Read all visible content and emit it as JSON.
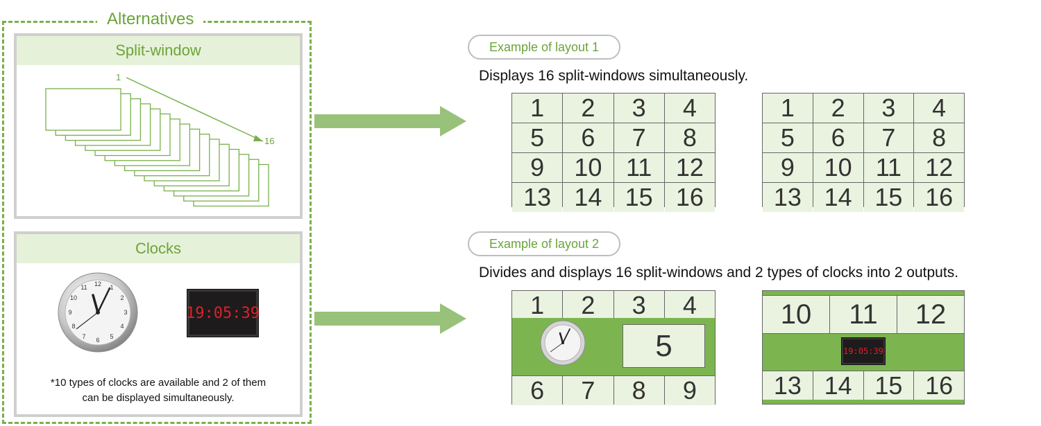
{
  "alternatives": {
    "title": "Alternatives",
    "split_window": {
      "heading": "Split-window",
      "first_label": "1",
      "last_label": "16"
    },
    "clocks": {
      "heading": "Clocks",
      "digital_time": "19:05:39",
      "note_line1": "*10 types of clocks are available and 2 of them",
      "note_line2": "can be displayed simultaneously."
    }
  },
  "layout1": {
    "pill": "Example of layout 1",
    "description": "Displays 16 split-windows simultaneously.",
    "grid": [
      "1",
      "2",
      "3",
      "4",
      "5",
      "6",
      "7",
      "8",
      "9",
      "10",
      "11",
      "12",
      "13",
      "14",
      "15",
      "16"
    ]
  },
  "layout2": {
    "pill": "Example of layout 2",
    "description": "Divides and displays 16 split-windows and 2 types of clocks into 2 outputs.",
    "left": {
      "top_row": [
        "1",
        "2",
        "3",
        "4"
      ],
      "center_window": "5",
      "bottom_row": [
        "6",
        "7",
        "8",
        "9"
      ]
    },
    "right": {
      "top_row": [
        "10",
        "11",
        "12"
      ],
      "digital_time": "19:05:39",
      "bottom_row": [
        "13",
        "14",
        "15",
        "16"
      ]
    }
  },
  "colors": {
    "accent_green": "#78b04a",
    "cell_fill": "#eaf3e0",
    "arrow": "#98c17a"
  }
}
